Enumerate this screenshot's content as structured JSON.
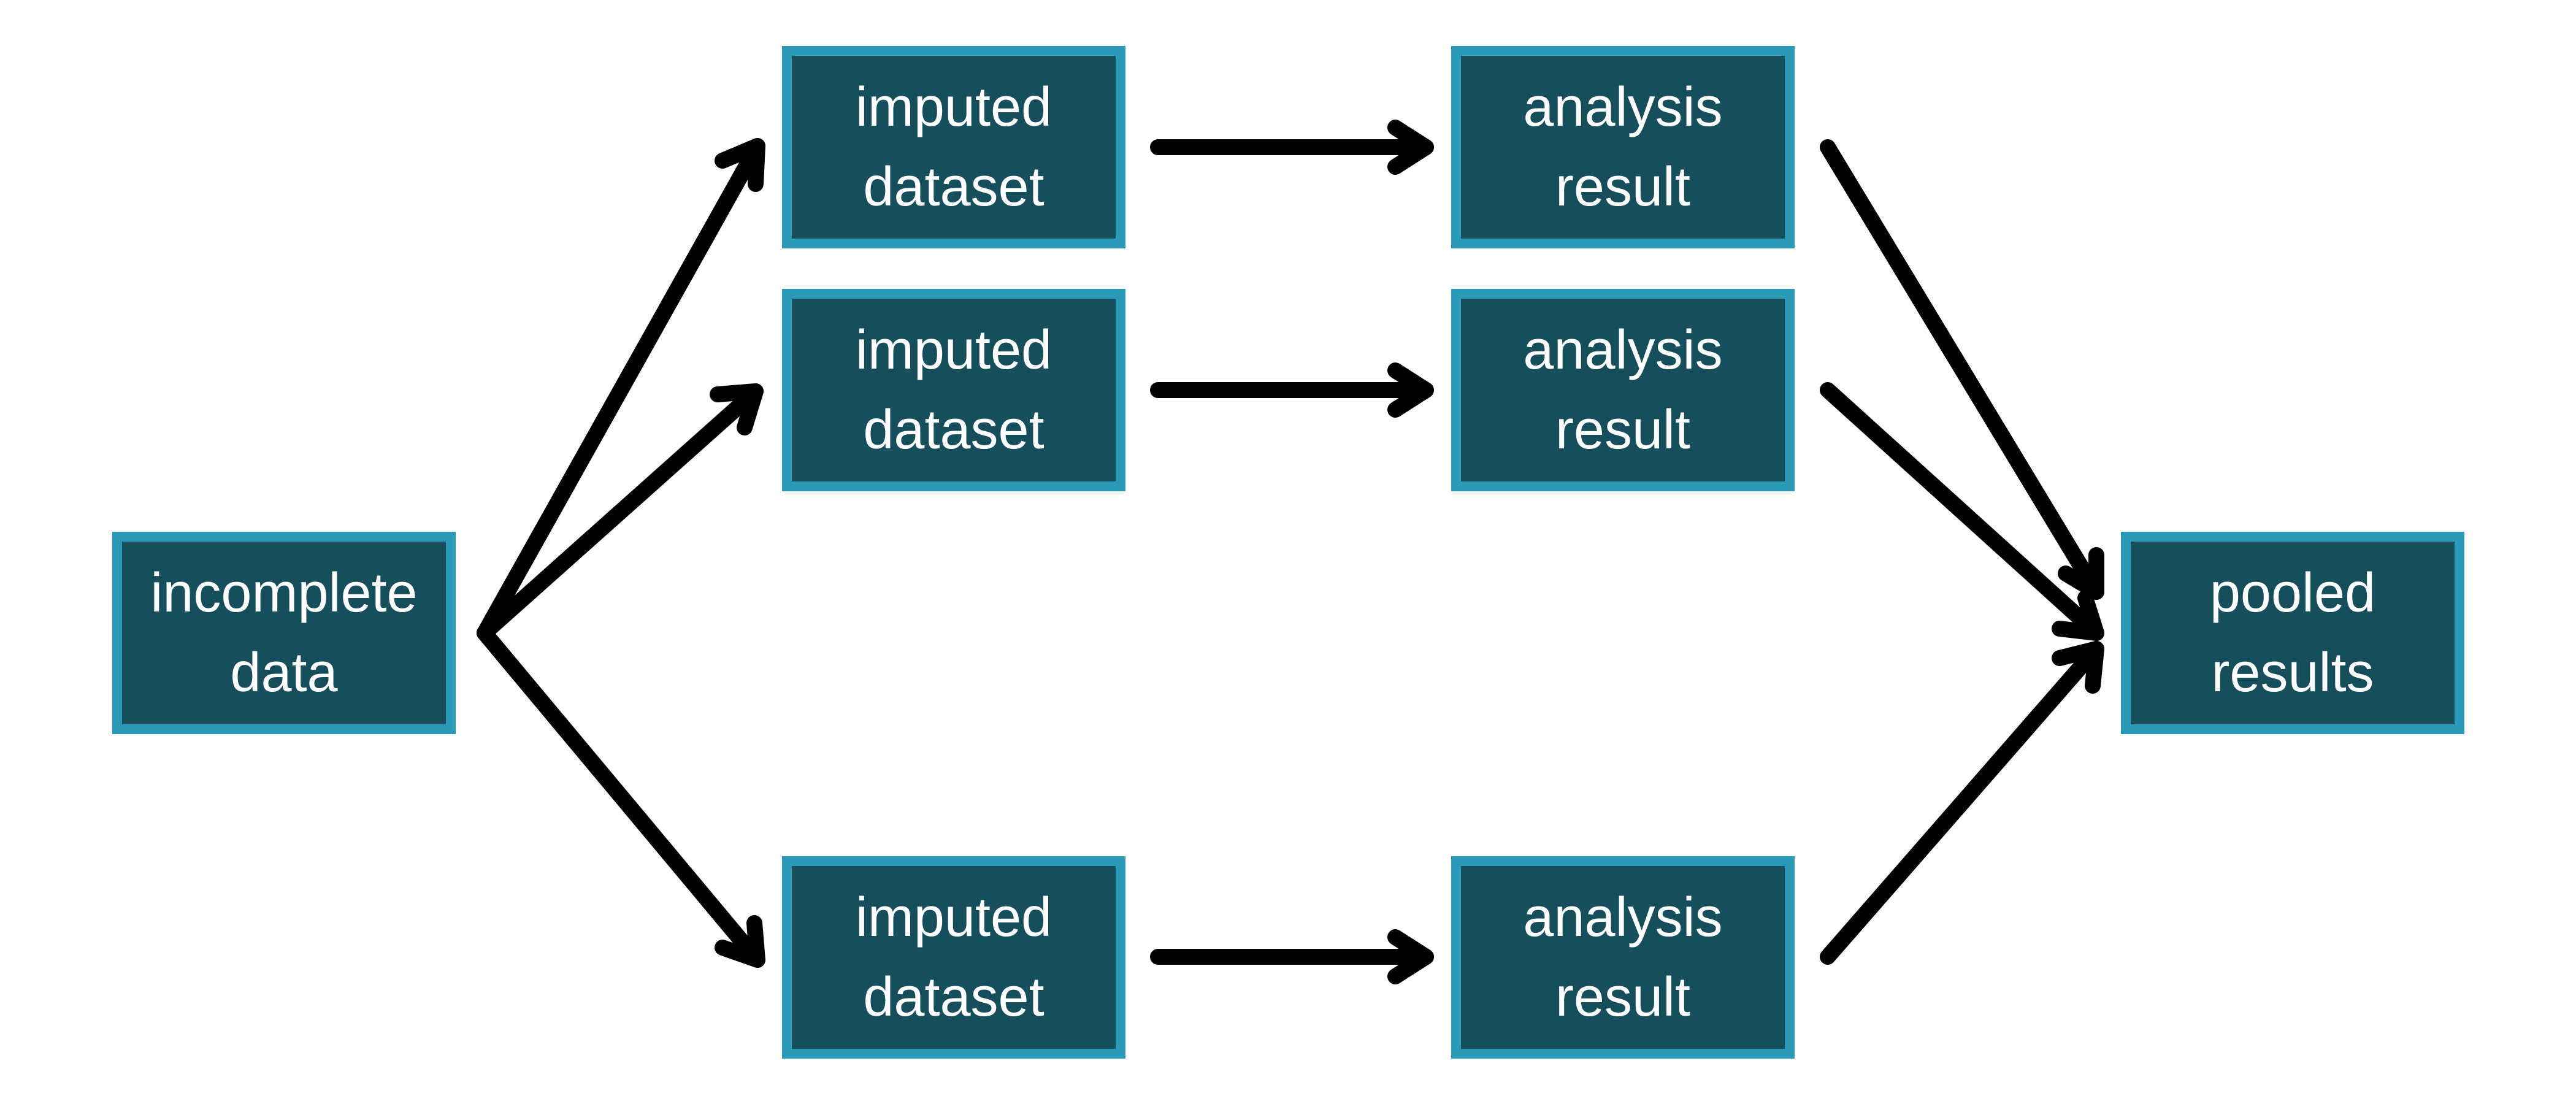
{
  "nodes": {
    "incomplete": {
      "line1": "incomplete",
      "line2": "data"
    },
    "imputed_1": {
      "line1": "imputed",
      "line2": "dataset"
    },
    "imputed_2": {
      "line1": "imputed",
      "line2": "dataset"
    },
    "imputed_3": {
      "line1": "imputed",
      "line2": "dataset"
    },
    "result_1": {
      "line1": "analysis",
      "line2": "result"
    },
    "result_2": {
      "line1": "analysis",
      "line2": "result"
    },
    "result_3": {
      "line1": "analysis",
      "line2": "result"
    },
    "pooled": {
      "line1": "pooled",
      "line2": "results"
    }
  },
  "colors": {
    "node_fill": "#164e5c",
    "node_border": "#2a9ab8",
    "node_text": "#ffffff",
    "arrow": "#000000"
  }
}
